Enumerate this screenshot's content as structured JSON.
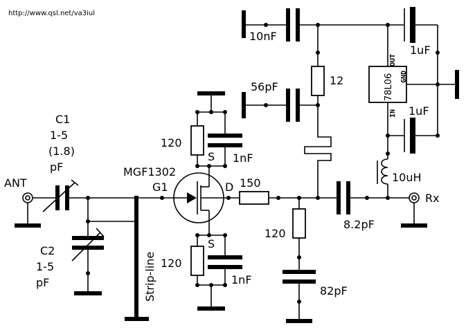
{
  "header": {
    "url": "http://www.qsl.net/va3iul"
  },
  "labels": {
    "ant": "ANT",
    "rx": "Rx",
    "strip_line": "Strip-line",
    "c1_name": "C1",
    "c1_range": "1-5",
    "c1_set": "(1.8)",
    "c1_unit": "pF",
    "c2_name": "C2",
    "c2_range": "1-5",
    "c2_unit": "pF",
    "transistor": "MGF1302",
    "g1": "G1",
    "drain": "D",
    "source_top": "S",
    "source_bottom": "S",
    "r_source_top": "120",
    "c_source_top": "1nF",
    "r_source_bottom": "120",
    "c_source_bottom": "1nF",
    "r_drain": "150",
    "c_supply_top": "10nF",
    "c_supply_mid": "56pF",
    "r_supply": "12",
    "reg_name": "78L06",
    "reg_out": "OUT",
    "reg_gnd": "GND",
    "reg_in": "IN",
    "c_reg_out": "1uF",
    "c_reg_in": "1uF",
    "inductor": "10uH",
    "c_output": "8.2pF",
    "r_shunt": "120",
    "c_shunt": "82pF"
  }
}
